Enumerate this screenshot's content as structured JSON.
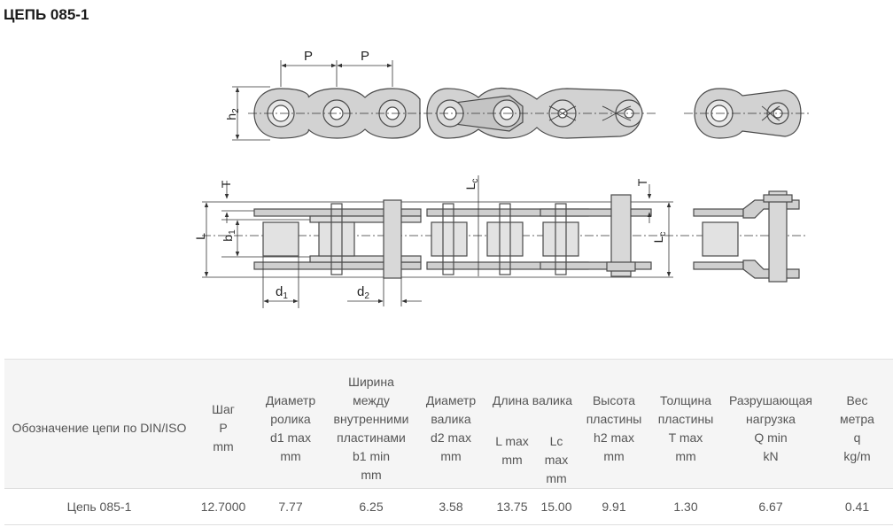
{
  "title": "ЦЕПЬ 085-1",
  "drawing_labels": {
    "pitch_1": "P",
    "pitch_2": "P",
    "h2_main": "h",
    "h2_sub": "2",
    "T_left": "T",
    "Lc_top_main": "L",
    "Lc_top_sub": "c",
    "T_right": "T",
    "L": "L",
    "b1_main": "b",
    "b1_sub": "1",
    "Lc_right_main": "L",
    "Lc_right_sub": "c",
    "d1_main": "d",
    "d1_sub": "1",
    "d2_main": "d",
    "d2_sub": "2"
  },
  "table": {
    "col_designation": "Обозначение цепи по DIN/ISO",
    "col_pitch": [
      "Шаг",
      "P",
      "mm"
    ],
    "col_roller_diameter": [
      "Диаметр",
      "ролика",
      "d1 max",
      "mm"
    ],
    "col_inner_width": [
      "Ширина",
      "между",
      "внутренними",
      "пластинами",
      "b1 min",
      "mm"
    ],
    "col_pin_diameter": [
      "Диаметр",
      "валика",
      "d2 max",
      "mm"
    ],
    "col_pin_length": "Длина валика",
    "col_pin_length_L": [
      "L max",
      "mm"
    ],
    "col_pin_length_Lc": [
      "Lc max",
      "mm"
    ],
    "col_plate_height": [
      "Высота",
      "пластины",
      "h2 max",
      "mm"
    ],
    "col_plate_thickness": [
      "Толщина",
      "пластины",
      "T max",
      "mm"
    ],
    "col_breaking_load": [
      "Разрушающая",
      "нагрузка",
      "Q min",
      "kN"
    ],
    "col_weight": [
      "Вес",
      "метра",
      "q",
      "kg/m"
    ],
    "rows": [
      {
        "designation": "Цепь 085-1",
        "pitch": "12.7000",
        "d1": "7.77",
        "b1": "6.25",
        "d2": "3.58",
        "L": "13.75",
        "Lc": "15.00",
        "h2": "9.91",
        "T": "1.30",
        "Q": "6.67",
        "q": "0.41"
      }
    ]
  },
  "colors": {
    "link_fill": "#d2d2d2",
    "link_stroke": "#4a4a4a",
    "header_bg": "#f5f5f5",
    "border": "#dedede"
  }
}
